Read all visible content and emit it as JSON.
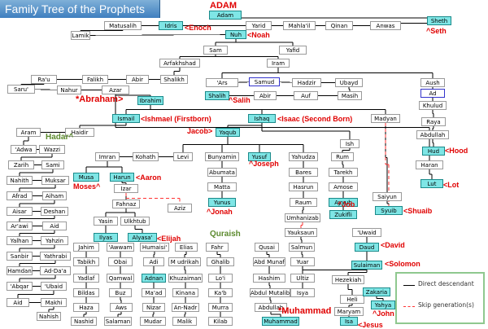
{
  "title": "Family Tree of the Prophets",
  "legend": {
    "direct": "Direct descendant",
    "skip": "Skip generation(s)"
  },
  "nodes": [
    {
      "id": "adam",
      "text": "Adam",
      "hl": true
    },
    {
      "id": "matusalih",
      "text": "Matusalih"
    },
    {
      "id": "idris",
      "text": "Idris",
      "hl": true
    },
    {
      "id": "yarid",
      "text": "Yarid"
    },
    {
      "id": "mahalil",
      "text": "Mahla'il"
    },
    {
      "id": "qinan",
      "text": "Qinan"
    },
    {
      "id": "anwas",
      "text": "Anwas"
    },
    {
      "id": "sheth",
      "text": "Sheth",
      "hl": true
    },
    {
      "id": "lamik",
      "text": "Lamik"
    },
    {
      "id": "nuh",
      "text": "Nuh",
      "hl": true
    },
    {
      "id": "sam",
      "text": "Sam"
    },
    {
      "id": "yafid",
      "text": "Yafid"
    },
    {
      "id": "arfakhshad",
      "text": "Arfakhshad"
    },
    {
      "id": "iram",
      "text": "Iram"
    },
    {
      "id": "rau",
      "text": "Ra'u"
    },
    {
      "id": "falikh",
      "text": "Falikh"
    },
    {
      "id": "abir1",
      "text": "Abir"
    },
    {
      "id": "shalikh",
      "text": "Shalikh"
    },
    {
      "id": "saru",
      "text": "Saru'"
    },
    {
      "id": "nahur",
      "text": "Nahur"
    },
    {
      "id": "azar",
      "text": "Azar"
    },
    {
      "id": "ibrahim",
      "text": "Ibrahim",
      "hl": true
    },
    {
      "id": "ars",
      "text": "'Ars"
    },
    {
      "id": "samud",
      "text": "Samud",
      "blue": true
    },
    {
      "id": "hadzir",
      "text": "Hadzir"
    },
    {
      "id": "ubayd",
      "text": "Ubayd"
    },
    {
      "id": "shalih",
      "text": "Shalih",
      "hl": true
    },
    {
      "id": "abir2",
      "text": "Abir"
    },
    {
      "id": "auf",
      "text": "Auf"
    },
    {
      "id": "masih",
      "text": "Masih"
    },
    {
      "id": "aush",
      "text": "Aush"
    },
    {
      "id": "ad",
      "text": "Ad",
      "blue": true
    },
    {
      "id": "khulud",
      "text": "Khulud"
    },
    {
      "id": "raya",
      "text": "Raya"
    },
    {
      "id": "abdullah1",
      "text": "Abdullah"
    },
    {
      "id": "hud",
      "text": "Hud",
      "hl": true
    },
    {
      "id": "haran",
      "text": "Haran"
    },
    {
      "id": "lut",
      "text": "Lut",
      "hl": true
    },
    {
      "id": "ismail",
      "text": "Ismail",
      "hl": true
    },
    {
      "id": "ishaq",
      "text": "Ishaq",
      "hl": true
    },
    {
      "id": "madyan",
      "text": "Madyan"
    },
    {
      "id": "aram",
      "text": "Aram"
    },
    {
      "id": "haidir",
      "text": "Haidir"
    },
    {
      "id": "adwa",
      "text": "'Adwa"
    },
    {
      "id": "wazzi",
      "text": "Wazzi"
    },
    {
      "id": "zarih",
      "text": "Zarih"
    },
    {
      "id": "sami",
      "text": "Sami"
    },
    {
      "id": "nahith",
      "text": "Nahith"
    },
    {
      "id": "muksar",
      "text": "Muksar"
    },
    {
      "id": "afrad",
      "text": "Afrad"
    },
    {
      "id": "aiham",
      "text": "Aiham"
    },
    {
      "id": "aisar",
      "text": "Aisar"
    },
    {
      "id": "deshan",
      "text": "Deshan"
    },
    {
      "id": "arawi",
      "text": "Ar'awi"
    },
    {
      "id": "aid",
      "text": "Aid"
    },
    {
      "id": "yalhan",
      "text": "Yalhan"
    },
    {
      "id": "yahzin",
      "text": "Yahzin"
    },
    {
      "id": "sanbir",
      "text": "Sanbir"
    },
    {
      "id": "yathrabi",
      "text": "Yathrabi"
    },
    {
      "id": "hamdan",
      "text": "Hamdan"
    },
    {
      "id": "adaa",
      "text": "Ad-Da'a"
    },
    {
      "id": "abqar",
      "text": "'Abqar"
    },
    {
      "id": "ubaid",
      "text": "'Ubaid"
    },
    {
      "id": "aid2",
      "text": "Aid"
    },
    {
      "id": "makhi",
      "text": "Makhi"
    },
    {
      "id": "nahish",
      "text": "Nahish"
    },
    {
      "id": "yaqub",
      "text": "Yaqub",
      "hl": true
    },
    {
      "id": "imran",
      "text": "Imran"
    },
    {
      "id": "kohath",
      "text": "Kohath"
    },
    {
      "id": "levi",
      "text": "Levi"
    },
    {
      "id": "bunyamin",
      "text": "Bunyamin"
    },
    {
      "id": "yusuf",
      "text": "Yusuf",
      "hl": true
    },
    {
      "id": "yahudza",
      "text": "Yahudza"
    },
    {
      "id": "ish",
      "text": "Ish"
    },
    {
      "id": "rum",
      "text": "Rum"
    },
    {
      "id": "tarekh",
      "text": "Tarekh"
    },
    {
      "id": "amose",
      "text": "Amose"
    },
    {
      "id": "ayyub",
      "text": "Ayyub",
      "hl": true
    },
    {
      "id": "zukifli",
      "text": "Zukifli",
      "hl": true
    },
    {
      "id": "musa",
      "text": "Musa",
      "hl": true
    },
    {
      "id": "harun",
      "text": "Harun",
      "hl": true
    },
    {
      "id": "izar",
      "text": "Izar"
    },
    {
      "id": "fahnaz",
      "text": "Fahnaz"
    },
    {
      "id": "aziz",
      "text": "Aziz"
    },
    {
      "id": "yasin",
      "text": "Yasin"
    },
    {
      "id": "ulkhtub",
      "text": "Ulkhtub"
    },
    {
      "id": "ilyas",
      "text": "Ilyas",
      "hl": true
    },
    {
      "id": "alyasa",
      "text": "Alyasa'",
      "hl": true
    },
    {
      "id": "abumata",
      "text": "Abumata"
    },
    {
      "id": "matta",
      "text": "Matta"
    },
    {
      "id": "yunus",
      "text": "Yunus",
      "hl": true
    },
    {
      "id": "bares",
      "text": "Bares"
    },
    {
      "id": "hasrun",
      "text": "Hasrun"
    },
    {
      "id": "raum",
      "text": "Raum"
    },
    {
      "id": "umhanizab",
      "text": "Umhanizab"
    },
    {
      "id": "saiyun",
      "text": "Saiyun"
    },
    {
      "id": "syuib",
      "text": "Syuib",
      "hl": true
    },
    {
      "id": "jahim",
      "text": "Jahim"
    },
    {
      "id": "awwam",
      "text": "'Awwam"
    },
    {
      "id": "humaisi",
      "text": "Humaisi'"
    },
    {
      "id": "elias",
      "text": "Elias"
    },
    {
      "id": "fahr",
      "text": "Fahr"
    },
    {
      "id": "qusai",
      "text": "Qusai"
    },
    {
      "id": "yauksaun",
      "text": "Yauksaun"
    },
    {
      "id": "uwaid",
      "text": "'Uwaid"
    },
    {
      "id": "tabikh",
      "text": "Tabikh"
    },
    {
      "id": "obai",
      "text": "Obai"
    },
    {
      "id": "adi",
      "text": "Adi"
    },
    {
      "id": "mudrikah",
      "text": "M udrikah"
    },
    {
      "id": "ghalib",
      "text": "Ghalib"
    },
    {
      "id": "abdmunaf",
      "text": "Abd Munaf"
    },
    {
      "id": "salmun",
      "text": "Salmun"
    },
    {
      "id": "daud",
      "text": "Daud",
      "hl": true
    },
    {
      "id": "yadlaf",
      "text": "Yadlaf"
    },
    {
      "id": "qamwal",
      "text": "Qamwal"
    },
    {
      "id": "adnan",
      "text": "Adnan",
      "hl": true
    },
    {
      "id": "khuzaiman",
      "text": "Khuzaiman"
    },
    {
      "id": "loi",
      "text": "Lo'i"
    },
    {
      "id": "hashim",
      "text": "Hashim"
    },
    {
      "id": "yuar",
      "text": "Yuar"
    },
    {
      "id": "sulaiman",
      "text": "Sulaiman",
      "hl": true
    },
    {
      "id": "bildas",
      "text": "Bildas"
    },
    {
      "id": "buz",
      "text": "Buz"
    },
    {
      "id": "maad",
      "text": "Ma'ad"
    },
    {
      "id": "kinana",
      "text": "Kinana"
    },
    {
      "id": "kab",
      "text": "Ka'b"
    },
    {
      "id": "abdulmutalib",
      "text": "Abdul Mutalib"
    },
    {
      "id": "ultiz",
      "text": "Ultiz"
    },
    {
      "id": "hezekiah",
      "text": "Hezekiah"
    },
    {
      "id": "haza",
      "text": "Haza"
    },
    {
      "id": "aws",
      "text": "Aws"
    },
    {
      "id": "nizar",
      "text": "Nizar"
    },
    {
      "id": "annadr",
      "text": "An-Nadr"
    },
    {
      "id": "murra",
      "text": "Murra"
    },
    {
      "id": "abdullah2",
      "text": "Abdullah"
    },
    {
      "id": "isya",
      "text": "Isya"
    },
    {
      "id": "heli",
      "text": "Heli"
    },
    {
      "id": "zakaria",
      "text": "Zakaria",
      "hl": true
    },
    {
      "id": "nashid",
      "text": "Nashid"
    },
    {
      "id": "salaman",
      "text": "Salaman"
    },
    {
      "id": "mudar",
      "text": "Mudar"
    },
    {
      "id": "malik",
      "text": "Malik"
    },
    {
      "id": "kilab",
      "text": "Kilab"
    },
    {
      "id": "muhammad",
      "text": "Muhammad",
      "hl": true
    },
    {
      "id": "maryam",
      "text": "Maryam"
    },
    {
      "id": "yahya",
      "text": "Yahya",
      "hl": true
    },
    {
      "id": "isa",
      "text": "Isa",
      "hl": true
    }
  ],
  "labels": [
    {
      "id": "l-adam",
      "text": "ADAM"
    },
    {
      "id": "l-enoch",
      "text": "<Enoch"
    },
    {
      "id": "l-noah",
      "text": "<Noah"
    },
    {
      "id": "l-seth",
      "text": "^Seth"
    },
    {
      "id": "l-abraham",
      "text": "*Abraham>"
    },
    {
      "id": "l-salih",
      "text": "^Salih"
    },
    {
      "id": "l-ishmael",
      "text": "<Ishmael (Firstborn)"
    },
    {
      "id": "l-isaac",
      "text": "<Isaac (Second Born)"
    },
    {
      "id": "l-jacob",
      "text": "Jacob>"
    },
    {
      "id": "l-hood",
      "text": "<Hood"
    },
    {
      "id": "l-joseph",
      "text": "^Joseph"
    },
    {
      "id": "l-job",
      "text": "^Job"
    },
    {
      "id": "l-aaron",
      "text": "<Aaron"
    },
    {
      "id": "l-moses",
      "text": "Moses^"
    },
    {
      "id": "l-lot",
      "text": "<Lot"
    },
    {
      "id": "l-jonah",
      "text": "^Jonah"
    },
    {
      "id": "l-shuaib",
      "text": "<Shuaib"
    },
    {
      "id": "l-elijah",
      "text": "<Elijah"
    },
    {
      "id": "l-david",
      "text": "<David"
    },
    {
      "id": "l-solomon",
      "text": "<Solomon"
    },
    {
      "id": "l-muhammad",
      "text": "*Muhammad"
    },
    {
      "id": "l-john",
      "text": "^John"
    },
    {
      "id": "l-jesus",
      "text": "<Jesus"
    }
  ],
  "green_labels": [
    {
      "id": "g-hadar",
      "text": "Hadar^"
    },
    {
      "id": "g-quraish",
      "text": "Quraish"
    }
  ],
  "edges": [
    [
      "adam",
      "sheth"
    ],
    [
      "sheth",
      "anwas"
    ],
    [
      "anwas",
      "qinan"
    ],
    [
      "qinan",
      "mahalil"
    ],
    [
      "mahalil",
      "yarid"
    ],
    [
      "yarid",
      "idris"
    ],
    [
      "idris",
      "matusalih"
    ],
    [
      "matusalih",
      "lamik"
    ],
    [
      "lamik",
      "nuh"
    ],
    [
      "nuh",
      "sam"
    ],
    [
      "nuh",
      "yafid"
    ],
    [
      "sam",
      "arfakhshad"
    ],
    [
      "sam",
      "iram"
    ],
    [
      "arfakhshad",
      "shalikh"
    ],
    [
      "shalikh",
      "abir1"
    ],
    [
      "abir1",
      "falikh"
    ],
    [
      "falikh",
      "rau"
    ],
    [
      "rau",
      "saru"
    ],
    [
      "saru",
      "nahur"
    ],
    [
      "nahur",
      "azar"
    ],
    [
      "azar",
      "ibrahim"
    ],
    [
      "iram",
      "ars"
    ],
    [
      "iram",
      "aush"
    ],
    [
      "ars",
      "samud"
    ],
    [
      "samud",
      "hadzir"
    ],
    [
      "hadzir",
      "ubayd"
    ],
    [
      "ubayd",
      "masih"
    ],
    [
      "masih",
      "auf"
    ],
    [
      "auf",
      "abir2"
    ],
    [
      "abir2",
      "shalih"
    ],
    [
      "aush",
      "ad"
    ],
    [
      "ad",
      "khulud"
    ],
    [
      "khulud",
      "raya"
    ],
    [
      "raya",
      "abdullah1"
    ],
    [
      "abdullah1",
      "hud"
    ],
    [
      "azar",
      "haran"
    ],
    [
      "haran",
      "lut"
    ],
    [
      "ibrahim",
      "ismail"
    ],
    [
      "ibrahim",
      "ishaq"
    ],
    [
      "ibrahim",
      "madyan"
    ],
    [
      "ismail",
      "haidir"
    ],
    [
      "haidir",
      "aram"
    ],
    [
      "aram",
      "adwa"
    ],
    [
      "adwa",
      "wazzi"
    ],
    [
      "wazzi",
      "zarih"
    ],
    [
      "zarih",
      "sami"
    ],
    [
      "sami",
      "nahith"
    ],
    [
      "nahith",
      "muksar"
    ],
    [
      "muksar",
      "afrad"
    ],
    [
      "afrad",
      "aiham"
    ],
    [
      "aiham",
      "aisar"
    ],
    [
      "aisar",
      "deshan"
    ],
    [
      "deshan",
      "arawi"
    ],
    [
      "arawi",
      "aid"
    ],
    [
      "aid",
      "yalhan"
    ],
    [
      "yalhan",
      "yahzin"
    ],
    [
      "yahzin",
      "sanbir"
    ],
    [
      "sanbir",
      "yathrabi"
    ],
    [
      "yathrabi",
      "hamdan"
    ],
    [
      "hamdan",
      "adaa"
    ],
    [
      "adaa",
      "abqar"
    ],
    [
      "abqar",
      "ubaid"
    ],
    [
      "ubaid",
      "aid2"
    ],
    [
      "aid2",
      "makhi"
    ],
    [
      "makhi",
      "nahish"
    ],
    [
      "ishaq",
      "yaqub"
    ],
    [
      "ishaq",
      "ish"
    ],
    [
      "yaqub",
      "levi"
    ],
    [
      "yaqub",
      "bunyamin"
    ],
    [
      "yaqub",
      "yusuf"
    ],
    [
      "yaqub",
      "yahudza"
    ],
    [
      "levi",
      "kohath"
    ],
    [
      "kohath",
      "imran"
    ],
    [
      "imran",
      "musa"
    ],
    [
      "imran",
      "harun"
    ],
    [
      "harun",
      "izar"
    ],
    [
      "izar",
      "fahnaz"
    ],
    [
      "fahnaz",
      "yasin"
    ],
    [
      "fahnaz",
      "ulkhtub"
    ],
    [
      "yasin",
      "ilyas"
    ],
    [
      "ulkhtub",
      "alyasa"
    ],
    [
      "bunyamin",
      "abumata"
    ],
    [
      "abumata",
      "matta"
    ],
    [
      "matta",
      "yunus"
    ],
    [
      "yahudza",
      "bares"
    ],
    [
      "bares",
      "hasrun"
    ],
    [
      "hasrun",
      "raum"
    ],
    [
      "raum",
      "umhanizab"
    ],
    [
      "ish",
      "rum"
    ],
    [
      "rum",
      "tarekh"
    ],
    [
      "tarekh",
      "amose"
    ],
    [
      "amose",
      "ayyub"
    ],
    [
      "ayyub",
      "zukifli"
    ],
    [
      "madyan",
      "saiyun"
    ],
    [
      "saiyun",
      "syuib"
    ],
    [
      "jahim",
      "tabikh"
    ],
    [
      "tabikh",
      "yadlaf"
    ],
    [
      "yadlaf",
      "bildas"
    ],
    [
      "bildas",
      "haza"
    ],
    [
      "haza",
      "nashid"
    ],
    [
      "awwam",
      "obai"
    ],
    [
      "obai",
      "qamwal"
    ],
    [
      "qamwal",
      "buz"
    ],
    [
      "buz",
      "aws"
    ],
    [
      "aws",
      "salaman"
    ],
    [
      "humaisi",
      "adi"
    ],
    [
      "adi",
      "adnan"
    ],
    [
      "adnan",
      "maad"
    ],
    [
      "maad",
      "nizar"
    ],
    [
      "nizar",
      "mudar"
    ],
    [
      "elias",
      "mudrikah"
    ],
    [
      "mudrikah",
      "khuzaiman"
    ],
    [
      "khuzaiman",
      "kinana"
    ],
    [
      "kinana",
      "annadr"
    ],
    [
      "annadr",
      "malik"
    ],
    [
      "fahr",
      "ghalib"
    ],
    [
      "ghalib",
      "loi"
    ],
    [
      "loi",
      "kab"
    ],
    [
      "kab",
      "murra"
    ],
    [
      "murra",
      "kilab"
    ],
    [
      "qusai",
      "abdmunaf"
    ],
    [
      "abdmunaf",
      "hashim"
    ],
    [
      "hashim",
      "abdulmutalib"
    ],
    [
      "abdulmutalib",
      "abdullah2"
    ],
    [
      "abdullah2",
      "muhammad"
    ],
    [
      "umhanizab",
      "yauksaun"
    ],
    [
      "yauksaun",
      "salmun"
    ],
    [
      "salmun",
      "yuar"
    ],
    [
      "yuar",
      "ultiz"
    ],
    [
      "ultiz",
      "isya"
    ],
    [
      "isya",
      "daud"
    ],
    [
      "daud",
      "sulaiman"
    ],
    [
      "sulaiman",
      "hezekiah"
    ],
    [
      "hezekiah",
      "heli"
    ],
    [
      "heli",
      "maryam"
    ],
    [
      "maryam",
      "isa"
    ],
    [
      "uwaid",
      "daud"
    ],
    [
      "heli",
      "zakaria"
    ],
    [
      "zakaria",
      "yahya"
    ]
  ],
  "dashed_edges": [
    [
      "izar",
      "aziz"
    ],
    [
      "madyan",
      "syuib"
    ],
    [
      "umhanizab",
      "yauksaun"
    ]
  ]
}
